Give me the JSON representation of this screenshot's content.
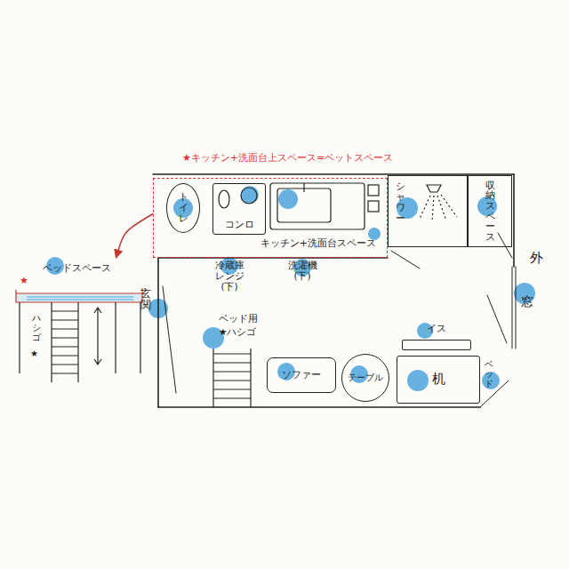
{
  "diagram": {
    "nodes": [
      {
        "text": [
          "キッチン+洗面台スペース"
        ]
      },
      {
        "text": [
          "トイレ"
        ],
        "in": 0
      },
      {
        "text": [
          "コンロ"
        ],
        "in": 0
      },
      {
        "text": [
          "シャワー"
        ]
      },
      {
        "text": [
          "収納スペース"
        ]
      },
      {
        "text": [
          "ソファー"
        ]
      },
      {
        "text": [
          "テーブル"
        ]
      },
      {
        "text": [
          "イス"
        ]
      },
      {
        "text": [
          "机"
        ]
      },
      {
        "text": [
          "ベッドスペース"
        ]
      }
    ],
    "edges": [
      {
        "from": 0,
        "to": 9,
        "arrow": "to"
      }
    ],
    "labels": [
      "★キッチン+洗面台上スペース=ベットスペース",
      "冷蔵庫 レンジ (下)",
      "洗濯機 (下)",
      "外",
      "窓",
      "玄関",
      "ベッド用",
      "★ハシゴ",
      "ベッド",
      "ハシゴ",
      "★",
      "★"
    ]
  }
}
